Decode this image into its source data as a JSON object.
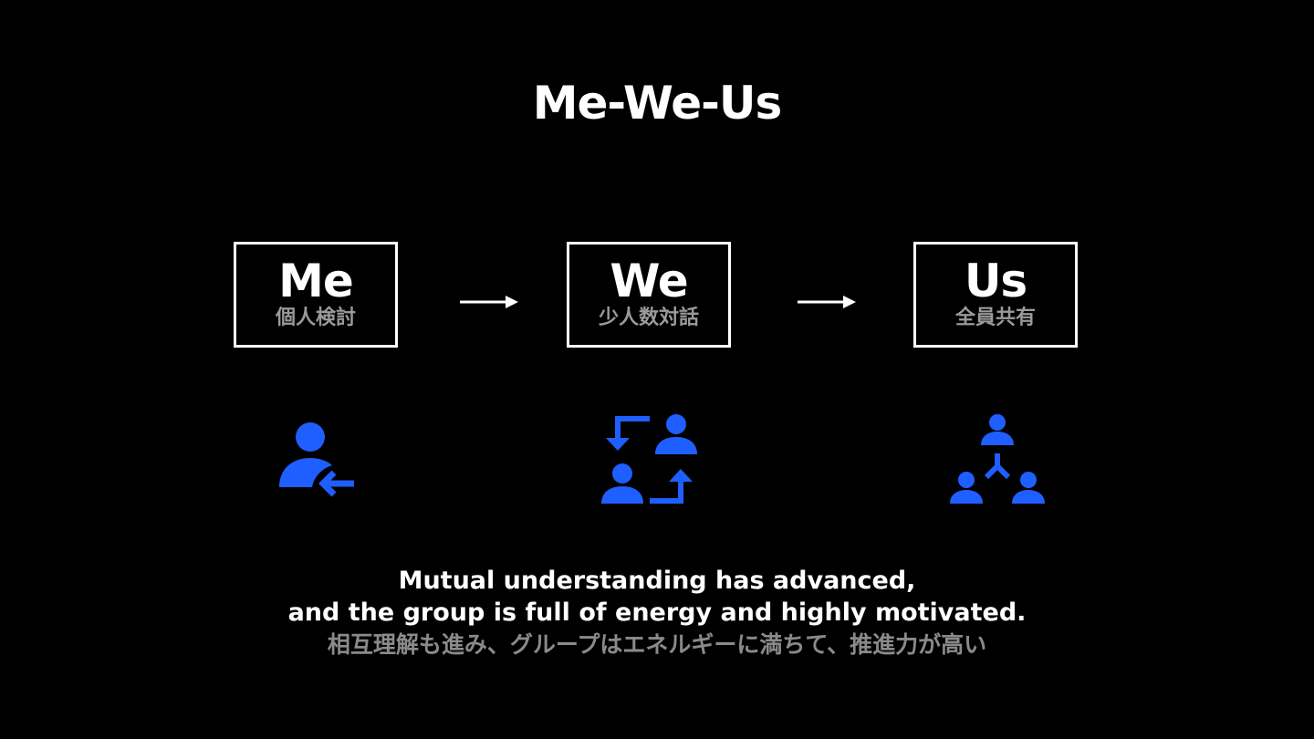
{
  "title": "Me-We-Us",
  "stages": [
    {
      "en": "Me",
      "ja": "個人検討",
      "icon": "person-arrow-in-icon"
    },
    {
      "en": "We",
      "ja": "少人数対話",
      "icon": "two-people-exchange-icon"
    },
    {
      "en": "Us",
      "ja": "全員共有",
      "icon": "group-network-icon"
    }
  ],
  "description": {
    "en_line1": "Mutual understanding has advanced,",
    "en_line2": "and the group is full of energy and highly motivated.",
    "ja": "相互理解も進み、グループはエネルギーに満ちて、推進力が高い"
  },
  "colors": {
    "background": "#000000",
    "foreground": "#ffffff",
    "muted": "#8a8a8a",
    "accent": "#1f5eff"
  }
}
